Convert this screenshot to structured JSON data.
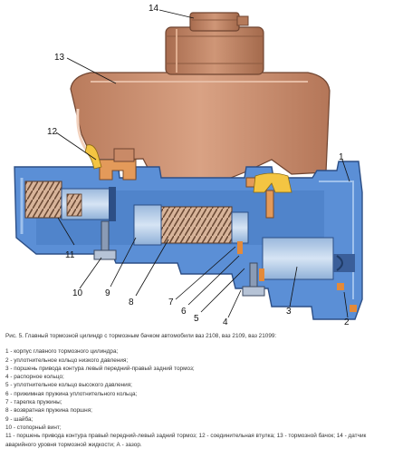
{
  "callouts": [
    "1",
    "2",
    "3",
    "4",
    "5",
    "6",
    "7",
    "8",
    "9",
    "10",
    "11",
    "12",
    "13",
    "14"
  ],
  "caption": {
    "title": "Рис. 5. Главный тормозной цилиндр с тормозным бачком автомобили ваз 2108, ваз 2109, ваз 21099:",
    "items": [
      "1 - корпус главного тормозного цилиндра;",
      "2 - уплотнительное кольцо низкого давления;",
      "3 - поршень привода контура левый передний-правый задний тормоз;",
      "4 - распорное кольцо;",
      "5 - уплотнительное кольцо высокого давления;",
      "6 - прижимная пружина уплотнительного кольца;",
      "7 - тарелка пружины;",
      "8 - возвратная пружина поршня;",
      "9 - шайба;",
      "10 - стопорный винт;",
      "11 - поршень привода контура правый передний-левый задний тормоз; 12 - соединительная втулка; 13 - тормозной бачок; 14 - датчик",
      "аварийного уровня тормозной жидкости; А - зазор."
    ]
  },
  "colors": {
    "body_blue": "#5b8fd6",
    "reservoir": "#c98a67",
    "sleeve": "#e39a5a",
    "seal_yellow": "#f4c542"
  }
}
